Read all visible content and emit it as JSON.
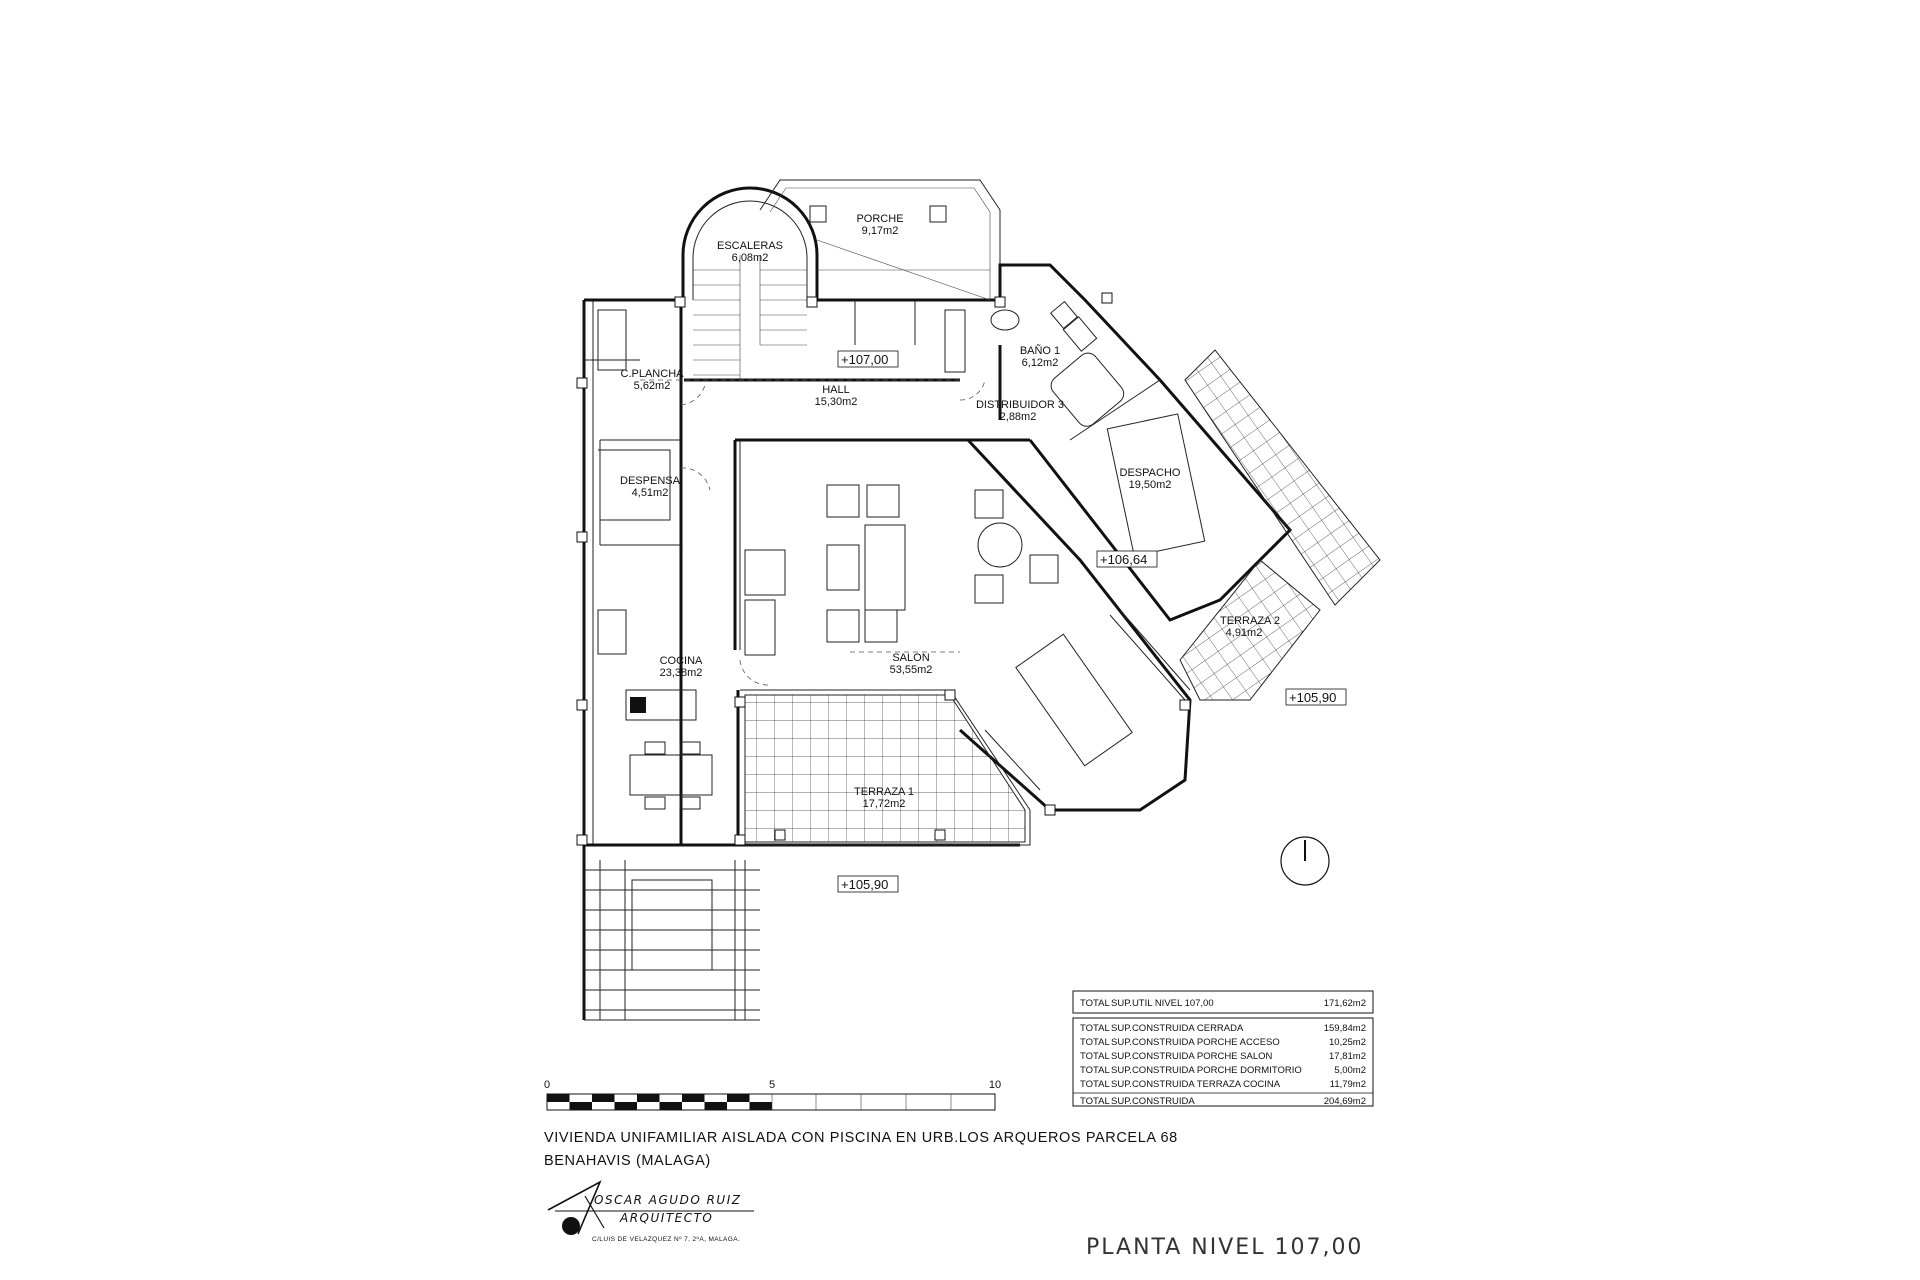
{
  "rooms": [
    {
      "name": "PORCHE",
      "area": "9,17m2"
    },
    {
      "name": "ESCALERAS",
      "area": "6,08m2"
    },
    {
      "name": "C.PLANCHA",
      "area": "5,62m2"
    },
    {
      "name": "HALL",
      "area": "15,30m2"
    },
    {
      "name": "BAÑO 1",
      "area": "6,12m2"
    },
    {
      "name": "DISTRIBUIDOR 3",
      "area": "2,88m2"
    },
    {
      "name": "DESPENSA",
      "area": "4,51m2"
    },
    {
      "name": "DESPACHO",
      "area": "19,50m2"
    },
    {
      "name": "TERRAZA 2",
      "area": "4,91m2"
    },
    {
      "name": "COCINA",
      "area": "23,38m2"
    },
    {
      "name": "SALON",
      "area": "53,55m2"
    },
    {
      "name": "TERRAZA 1",
      "area": "17,72m2"
    }
  ],
  "levels": [
    "+107,00",
    "+106,64",
    "+105,90",
    "+105,90"
  ],
  "scale": {
    "labels": [
      "0",
      "5",
      "10"
    ]
  },
  "summary": {
    "main": {
      "total": "TOTAL",
      "desc": "SUP.UTIL NIVEL 107,00",
      "value": "171,62m2"
    },
    "rows": [
      {
        "total": "TOTAL",
        "desc": "SUP.CONSTRUIDA CERRADA",
        "value": "159,84m2"
      },
      {
        "total": "TOTAL",
        "desc": "SUP.CONSTRUIDA PORCHE ACCESO",
        "value": "10,25m2"
      },
      {
        "total": "TOTAL",
        "desc": "SUP.CONSTRUIDA PORCHE SALON",
        "value": "17,81m2"
      },
      {
        "total": "TOTAL",
        "desc": "SUP.CONSTRUIDA PORCHE DORMITORIO",
        "value": "5,00m2"
      },
      {
        "total": "TOTAL",
        "desc": "SUP.CONSTRUIDA TERRAZA COCINA",
        "value": "11,79m2"
      }
    ],
    "final": {
      "total": "TOTAL",
      "desc": "SUP.CONSTRUIDA",
      "value": "204,69m2"
    }
  },
  "project": {
    "line1": "VIVIENDA UNIFAMILIAR AISLADA CON PISCINA EN URB.LOS ARQUEROS PARCELA 68",
    "line2": "BENAHAVIS (MALAGA)"
  },
  "architect": {
    "name": "OSCAR AGUDO RUIZ",
    "role": "ARQUITECTO",
    "address": "C/LUIS DE VELAZQUEZ Nº 7, 2ºA, MALAGA."
  },
  "plan_label": "PLANTA NIVEL 107,00"
}
